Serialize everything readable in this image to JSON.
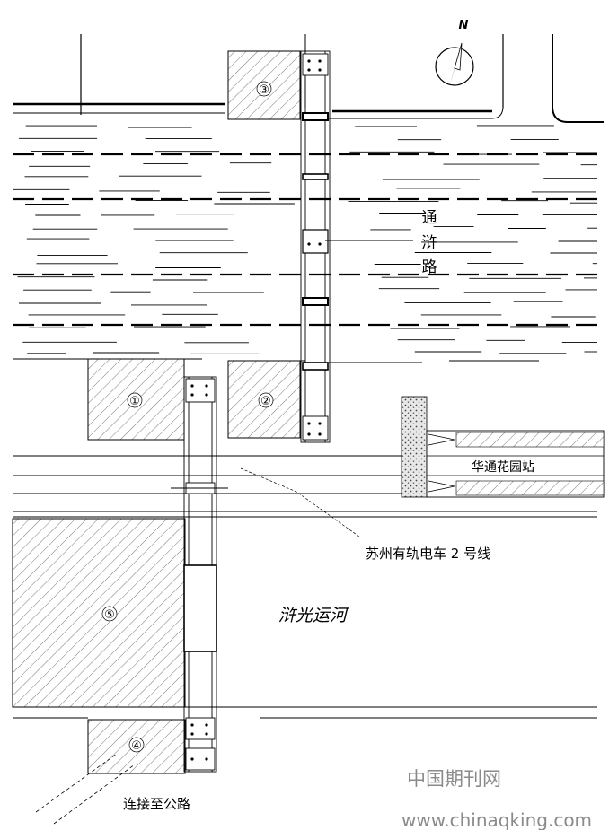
{
  "north": "N",
  "blocks": [
    {
      "id": "block-3",
      "label": "③"
    },
    {
      "id": "block-1",
      "label": "①"
    },
    {
      "id": "block-2",
      "label": "②"
    },
    {
      "id": "block-5",
      "label": "⑤"
    },
    {
      "id": "block-4",
      "label": "④"
    }
  ],
  "road": {
    "chars": [
      "通",
      "浒",
      "路"
    ]
  },
  "station": "华通花园站",
  "tram_line": "苏州有轨电车 2 号线",
  "canal": "浒光运河",
  "connector_road": "连接至公路",
  "watermark": {
    "cn": "中国期刊网",
    "url": "www.chinaqking.com"
  }
}
